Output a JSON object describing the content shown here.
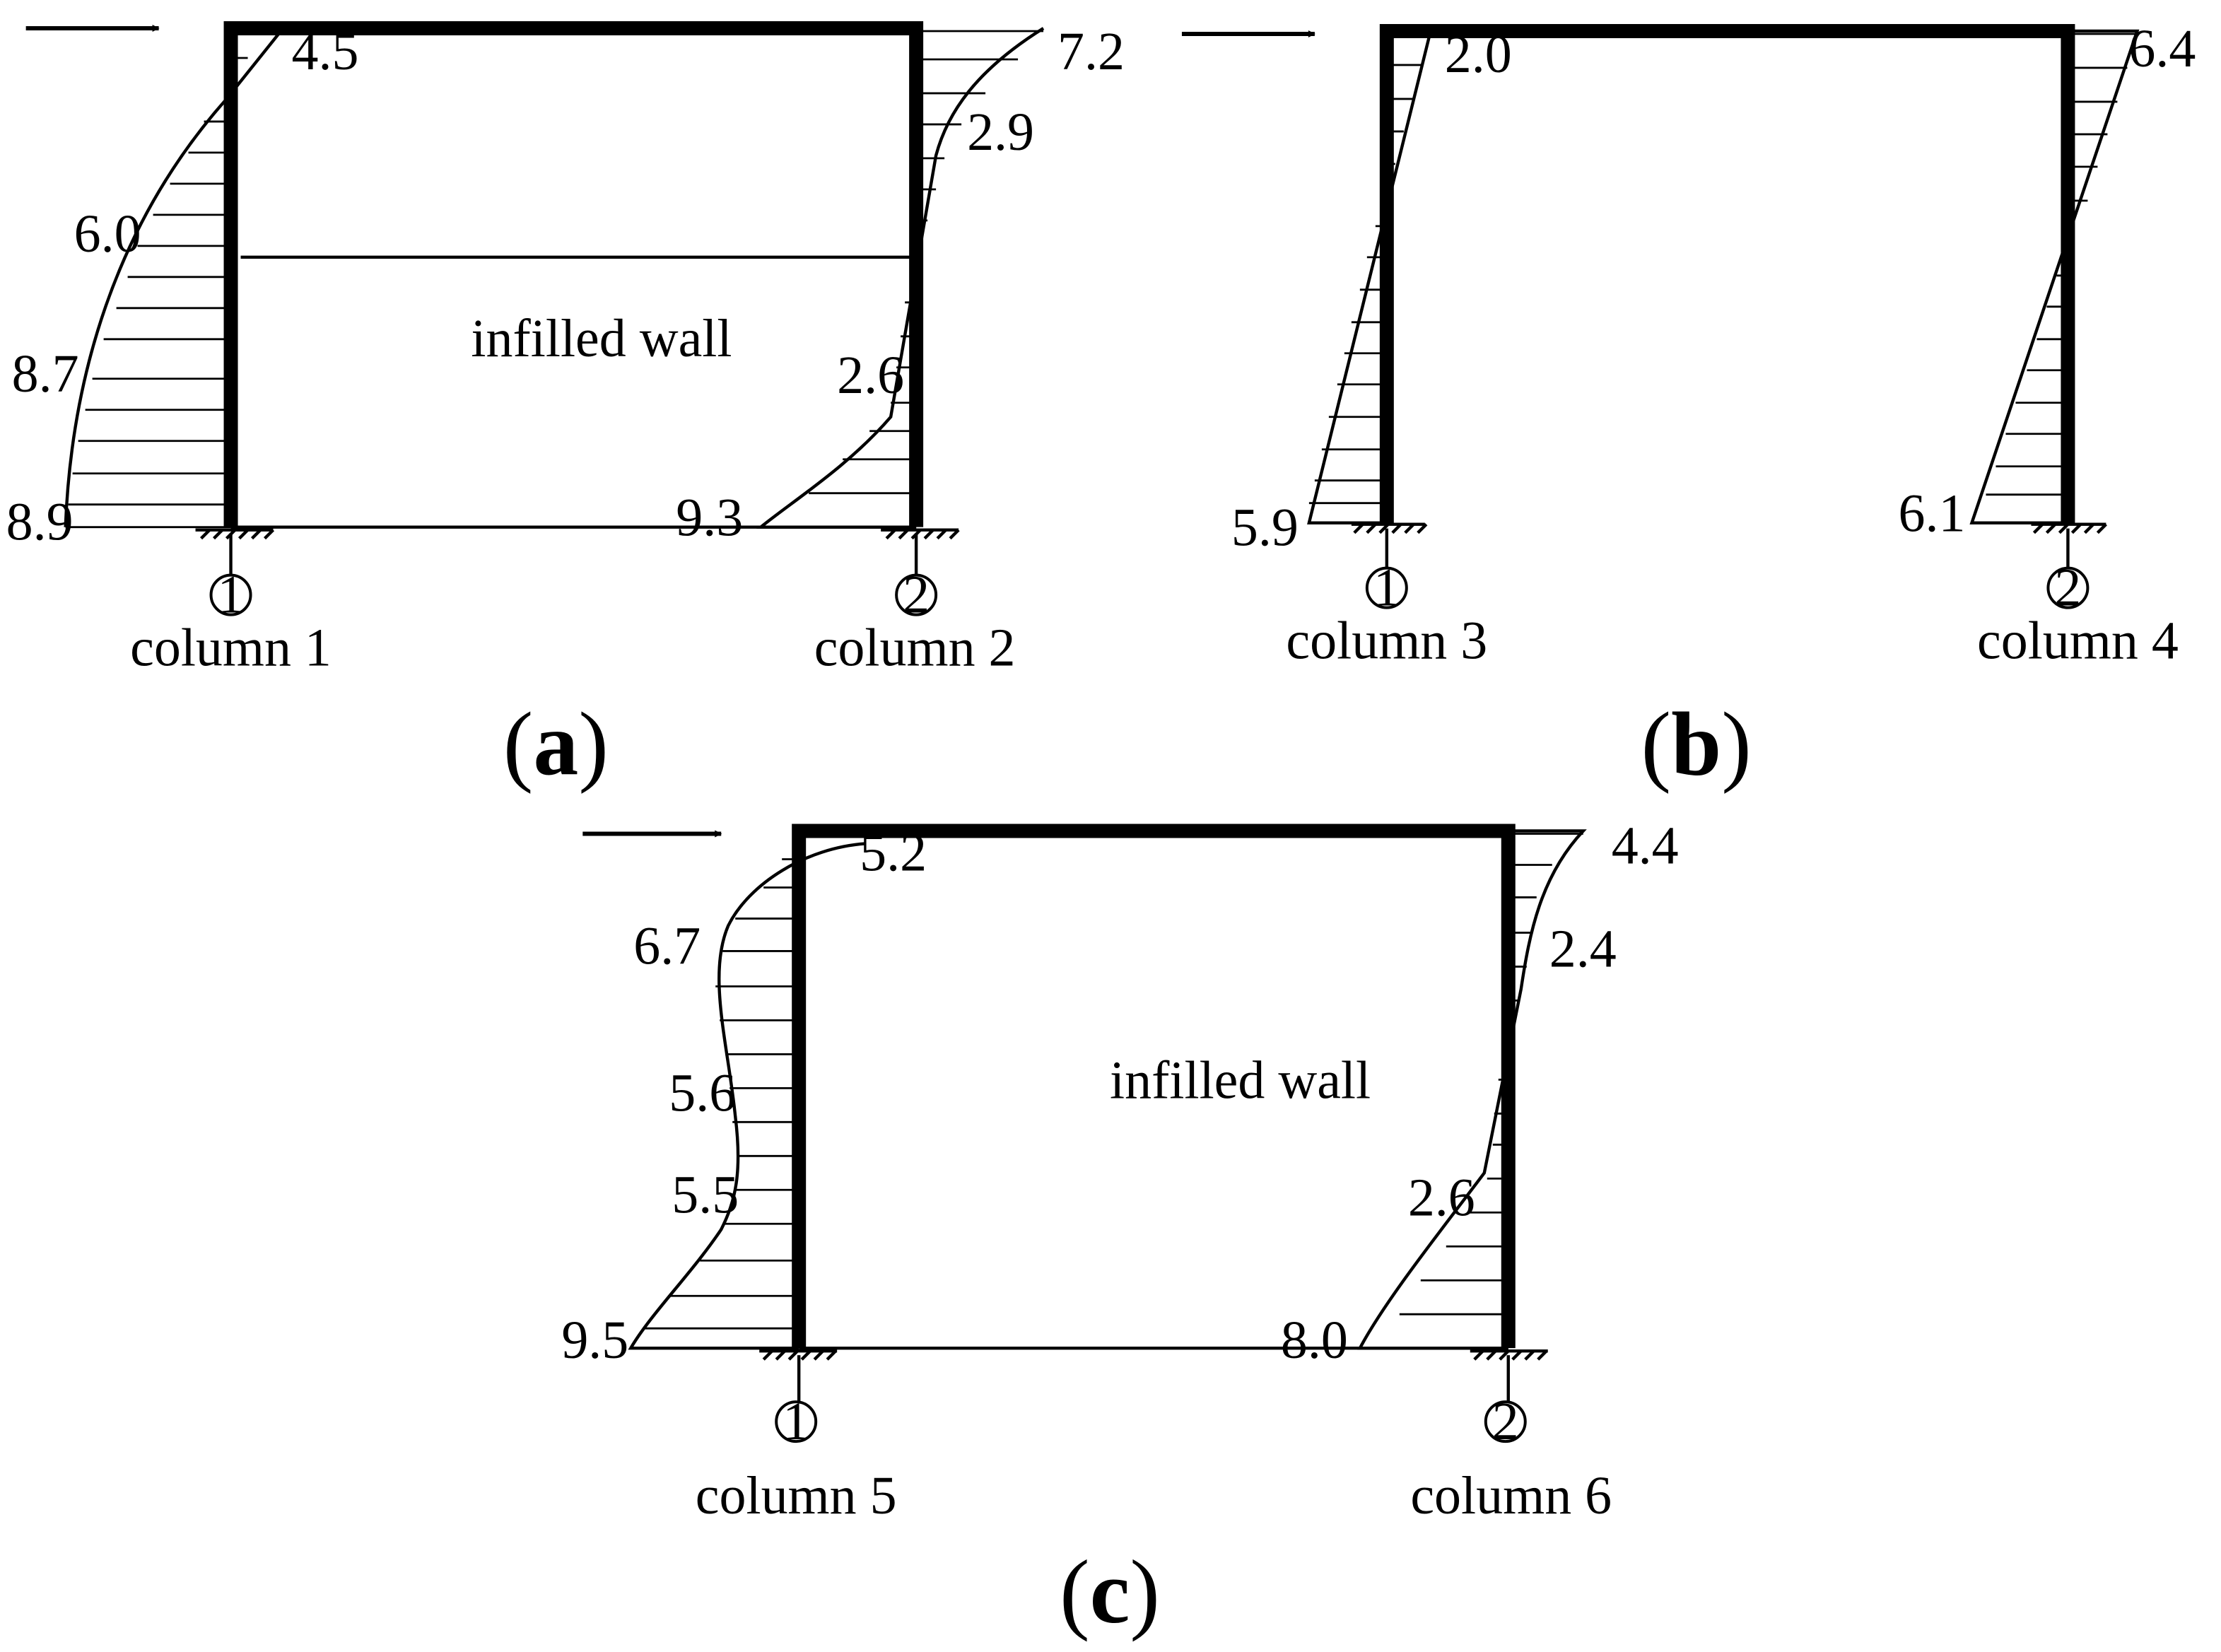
{
  "panel_a": {
    "subfigure_label": "a",
    "wall_label": "infilled wall",
    "columns": [
      {
        "name": "column 1",
        "number": "1",
        "values": [
          "4.5",
          "6.0",
          "8.7",
          "8.9"
        ]
      },
      {
        "name": "column 2",
        "number": "2",
        "values": [
          "7.2",
          "2.9",
          "2.6",
          "9.3"
        ]
      }
    ]
  },
  "panel_b": {
    "subfigure_label": "b",
    "columns": [
      {
        "name": "column 3",
        "number": "1",
        "values": [
          "2.0",
          "5.9"
        ]
      },
      {
        "name": "column 4",
        "number": "2",
        "values": [
          "6.4",
          "6.1"
        ]
      }
    ]
  },
  "panel_c": {
    "subfigure_label": "c",
    "wall_label": "infilled wall",
    "columns": [
      {
        "name": "column 5",
        "number": "1",
        "values": [
          "5.2",
          "6.7",
          "5.6",
          "5.5",
          "9.5"
        ]
      },
      {
        "name": "column 6",
        "number": "2",
        "values": [
          "4.4",
          "2.4",
          "2.6",
          "8.0"
        ]
      }
    ]
  }
}
